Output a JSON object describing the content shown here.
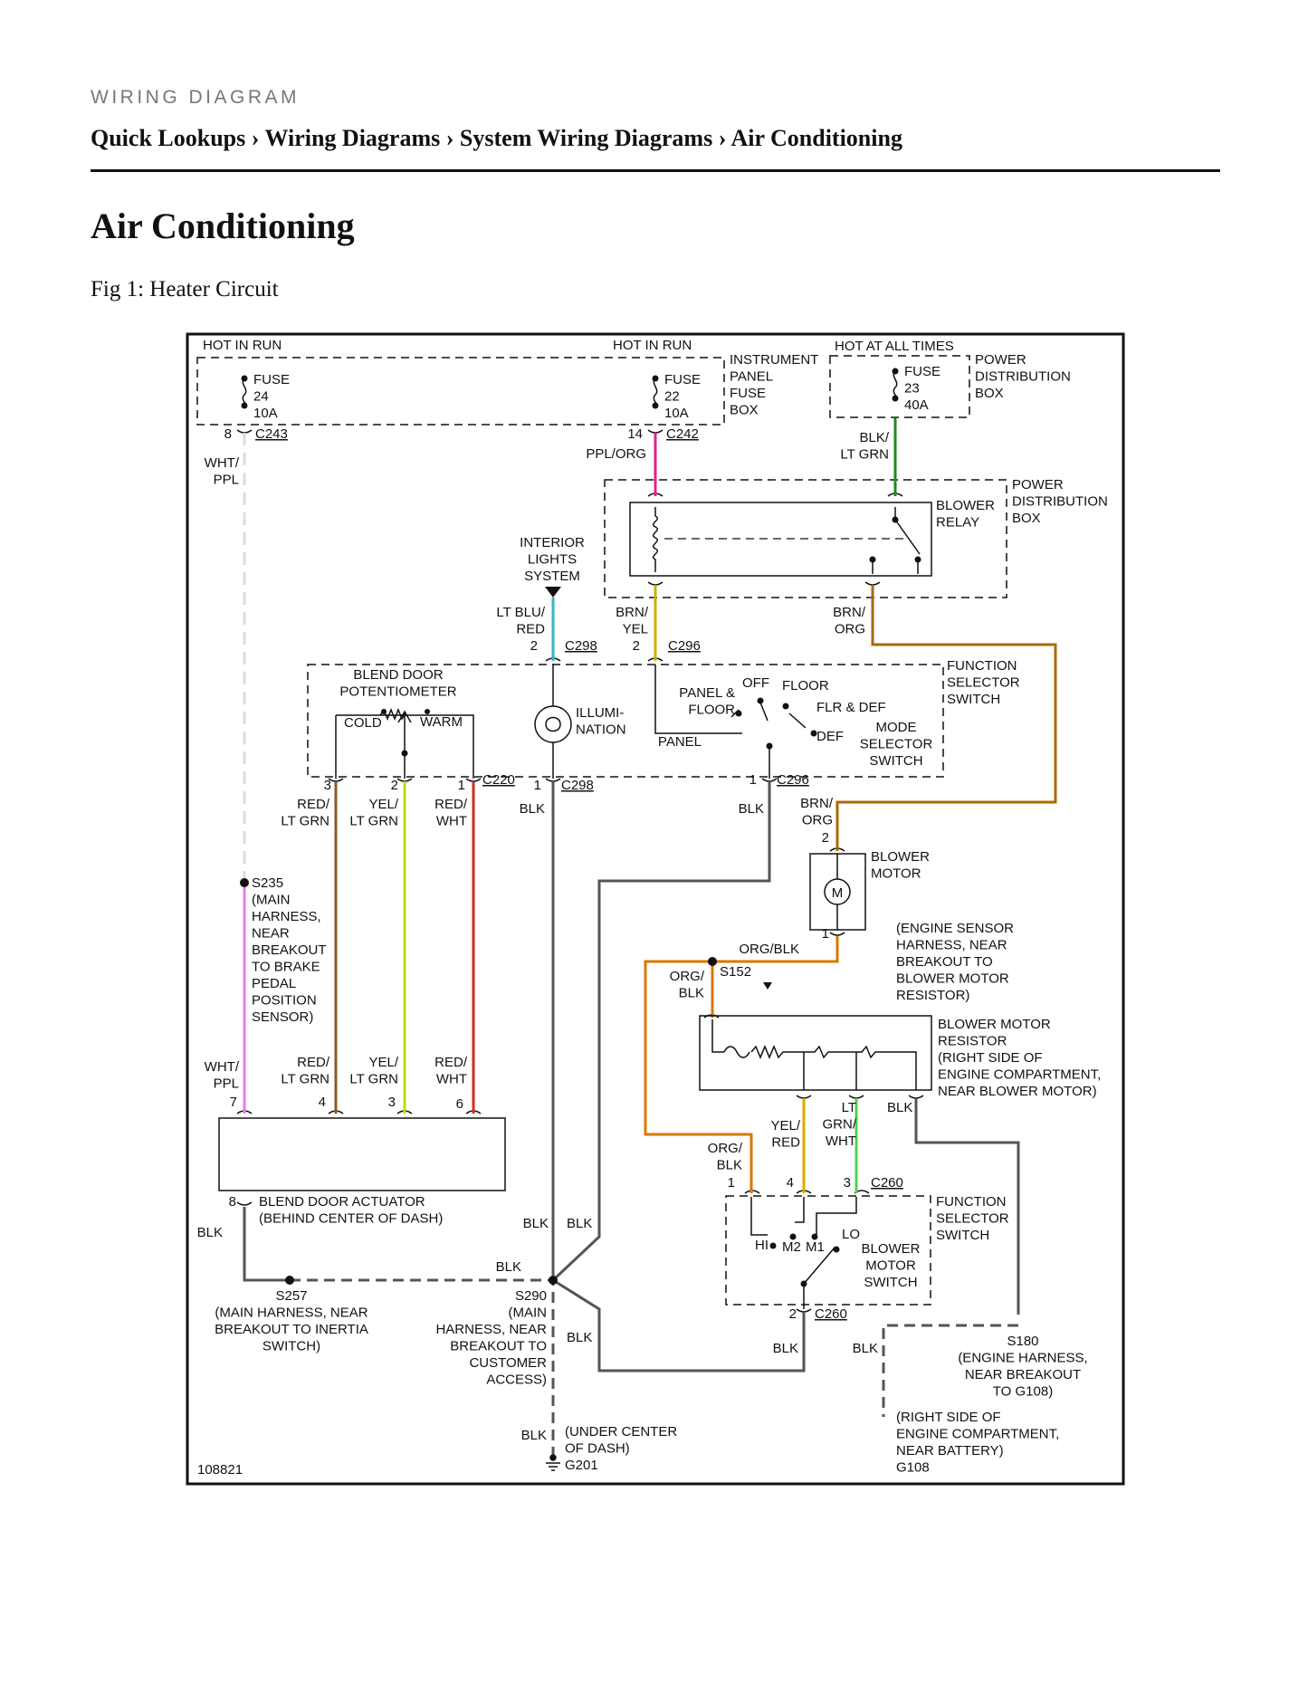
{
  "header": {
    "doc_type": "WIRING DIAGRAM",
    "breadcrumb": [
      "Quick Lookups",
      "Wiring Diagrams",
      "System Wiring Diagrams",
      "Air Conditioning"
    ],
    "separator": "›"
  },
  "page_title": "Air Conditioning",
  "figure_caption": "Fig 1: Heater Circuit",
  "diagram": {
    "figure_number": "108821",
    "wire_colors": {
      "wht_ppl": "#e8a0e8",
      "ppl_org": "#e0208c",
      "blk_lt_grn": "#208a20",
      "lt_blu_red": "#30b8c0",
      "brn_yel": "#c8b000",
      "brn_org": "#a86a00",
      "red_lt_grn": "#8a5a20",
      "yel_lt_grn": "#b8e000",
      "red_wht": "#d03020",
      "blk": "#555555",
      "org_blk": "#d87800",
      "yel_red": "#e0a800",
      "lt_grn_wht": "#50d050",
      "dashed_gray": "#cccccc"
    },
    "labels": {
      "hot_run_1": "HOT IN RUN",
      "hot_run_2": "HOT IN RUN",
      "hot_all": "HOT AT ALL TIMES",
      "fuse24": [
        "FUSE",
        "24",
        "10A"
      ],
      "fuse22": [
        "FUSE",
        "22",
        "10A"
      ],
      "fuse23": [
        "FUSE",
        "23",
        "40A"
      ],
      "ip_fuse_box": [
        "INSTRUMENT",
        "PANEL",
        "FUSE",
        "BOX"
      ],
      "pdb_1": [
        "POWER",
        "DISTRIBUTION",
        "BOX"
      ],
      "pdb_2": [
        "POWER",
        "DISTRIBUTION",
        "BOX"
      ],
      "pin8a": "8",
      "c243": "C243",
      "pin14": "14",
      "c242": "C242",
      "wht_ppl_1": [
        "WHT/",
        "PPL"
      ],
      "ppl_org": "PPL/ORG",
      "blk_lt_grn": [
        "BLK/",
        "LT GRN"
      ],
      "blower_relay": [
        "BLOWER",
        "RELAY"
      ],
      "interior_lights": [
        "INTERIOR",
        "LIGHTS",
        "SYSTEM"
      ],
      "lt_blu_red": [
        "LT BLU/",
        "RED"
      ],
      "brn_yel": [
        "BRN/",
        "YEL"
      ],
      "brn_org_1": [
        "BRN/",
        "ORG"
      ],
      "pin2a": "2",
      "c298a": "C298",
      "pin2b": "2",
      "c296a": "C296",
      "blend_pot": [
        "BLEND DOOR",
        "POTENTIOMETER"
      ],
      "cold": "COLD",
      "warm": "WARM",
      "illumination": [
        "ILLUMI-",
        "NATION"
      ],
      "off": "OFF",
      "floor": "FLOOR",
      "panel_floor": [
        "PANEL &",
        "FLOOR"
      ],
      "flr_def": "FLR & DEF",
      "panel": "PANEL",
      "def": "DEF",
      "mode_switch": [
        "MODE",
        "SELECTOR",
        "SWITCH"
      ],
      "func_switch_1": [
        "FUNCTION",
        "SELECTOR",
        "SWITCH"
      ],
      "pin3a": "3",
      "pin2c": "2",
      "pin1a": "1",
      "c220": "C220",
      "pin1b": "1",
      "c298b": "C298",
      "pin1c": "1",
      "c296b": "C296",
      "red_lt_grn_1": [
        "RED/",
        "LT GRN"
      ],
      "yel_lt_grn_1": [
        "YEL/",
        "LT GRN"
      ],
      "red_wht_1": [
        "RED/",
        "WHT"
      ],
      "blk_1": "BLK",
      "blk_2": "BLK",
      "brn_org_2": [
        "BRN/",
        "ORG"
      ],
      "pin2d": "2",
      "blower_motor": [
        "BLOWER",
        "MOTOR"
      ],
      "motor_m": "M",
      "pin1d": "1",
      "s235": [
        "S235",
        "(MAIN",
        "HARNESS,",
        "NEAR",
        "BREAKOUT",
        "TO BRAKE",
        "PEDAL",
        "POSITION",
        "SENSOR)"
      ],
      "org_blk_1": "ORG/BLK",
      "org_blk_2": [
        "ORG/",
        "BLK"
      ],
      "s152": "S152",
      "eng_sensor": [
        "(ENGINE SENSOR",
        "HARNESS, NEAR",
        "BREAKOUT TO",
        "BLOWER MOTOR",
        "RESISTOR)"
      ],
      "bm_resistor": [
        "BLOWER MOTOR",
        "RESISTOR",
        "(RIGHT SIDE OF",
        "ENGINE COMPARTMENT,",
        "NEAR BLOWER MOTOR)"
      ],
      "wht_ppl_2": [
        "WHT/",
        "PPL"
      ],
      "pin7": "7",
      "red_lt_grn_2": [
        "RED/",
        "LT GRN"
      ],
      "pin4a": "4",
      "yel_lt_grn_2": [
        "YEL/",
        "LT GRN"
      ],
      "pin3b": "3",
      "red_wht_2": [
        "RED/",
        "WHT"
      ],
      "pin6": "6",
      "lt_grn_wht": [
        "LT",
        "GRN/",
        "WHT"
      ],
      "blk_3": "BLK",
      "yel_red": [
        "YEL/",
        "RED"
      ],
      "org_blk_3": [
        "ORG/",
        "BLK"
      ],
      "pin1e": "1",
      "pin4b": "4",
      "pin3c": "3",
      "c260a": "C260",
      "pin8b": "8",
      "actuator": [
        "BLEND DOOR ACTUATOR",
        "(BEHIND CENTER OF DASH)"
      ],
      "blk_4": "BLK",
      "blk_5": "BLK",
      "blk_6": "BLK",
      "blk_7": "BLK",
      "hi": "HI",
      "m2": "M2",
      "m1": "M1",
      "lo": "LO",
      "bm_switch": [
        "BLOWER",
        "MOTOR",
        "SWITCH"
      ],
      "func_switch_2": [
        "FUNCTION",
        "SELECTOR",
        "SWITCH"
      ],
      "s257": [
        "S257",
        "(MAIN HARNESS, NEAR",
        "BREAKOUT TO INERTIA",
        "SWITCH)"
      ],
      "s290": [
        "S290",
        "(MAIN",
        "HARNESS, NEAR",
        "BREAKOUT TO",
        "CUSTOMER",
        "ACCESS)"
      ],
      "blk_8": "BLK",
      "pin2e": "2",
      "c260b": "C260",
      "blk_9": "BLK",
      "blk_10": "BLK",
      "s180": [
        "S180",
        "(ENGINE HARNESS,",
        "NEAR BREAKOUT",
        "TO G108)"
      ],
      "g108": [
        "(RIGHT SIDE OF",
        "ENGINE COMPARTMENT,",
        "NEAR BATTERY)",
        "G108"
      ],
      "blk_11": "BLK",
      "g201": [
        "(UNDER CENTER",
        "OF DASH)",
        "G201"
      ]
    }
  }
}
